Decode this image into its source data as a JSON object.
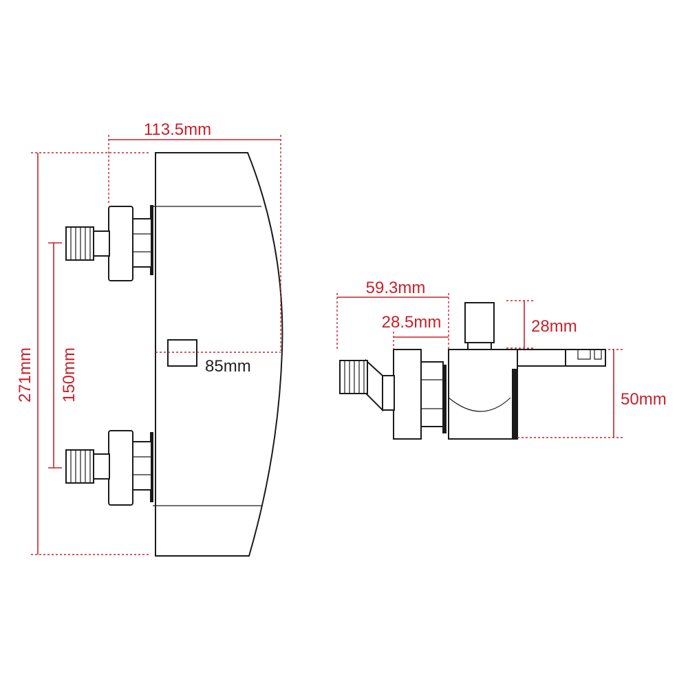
{
  "colors": {
    "dimension": "#c8202a",
    "outline": "#1a1a1a",
    "background": "#ffffff"
  },
  "front_view": {
    "width_label": "113.5mm",
    "height_label": "271mm",
    "inlet_spacing_label": "150mm",
    "depth_label": "85mm"
  },
  "side_view": {
    "depth_label": "59.3mm",
    "inlet_depth_label": "28.5mm",
    "handle_label": "28mm",
    "body_height_label": "50mm"
  }
}
